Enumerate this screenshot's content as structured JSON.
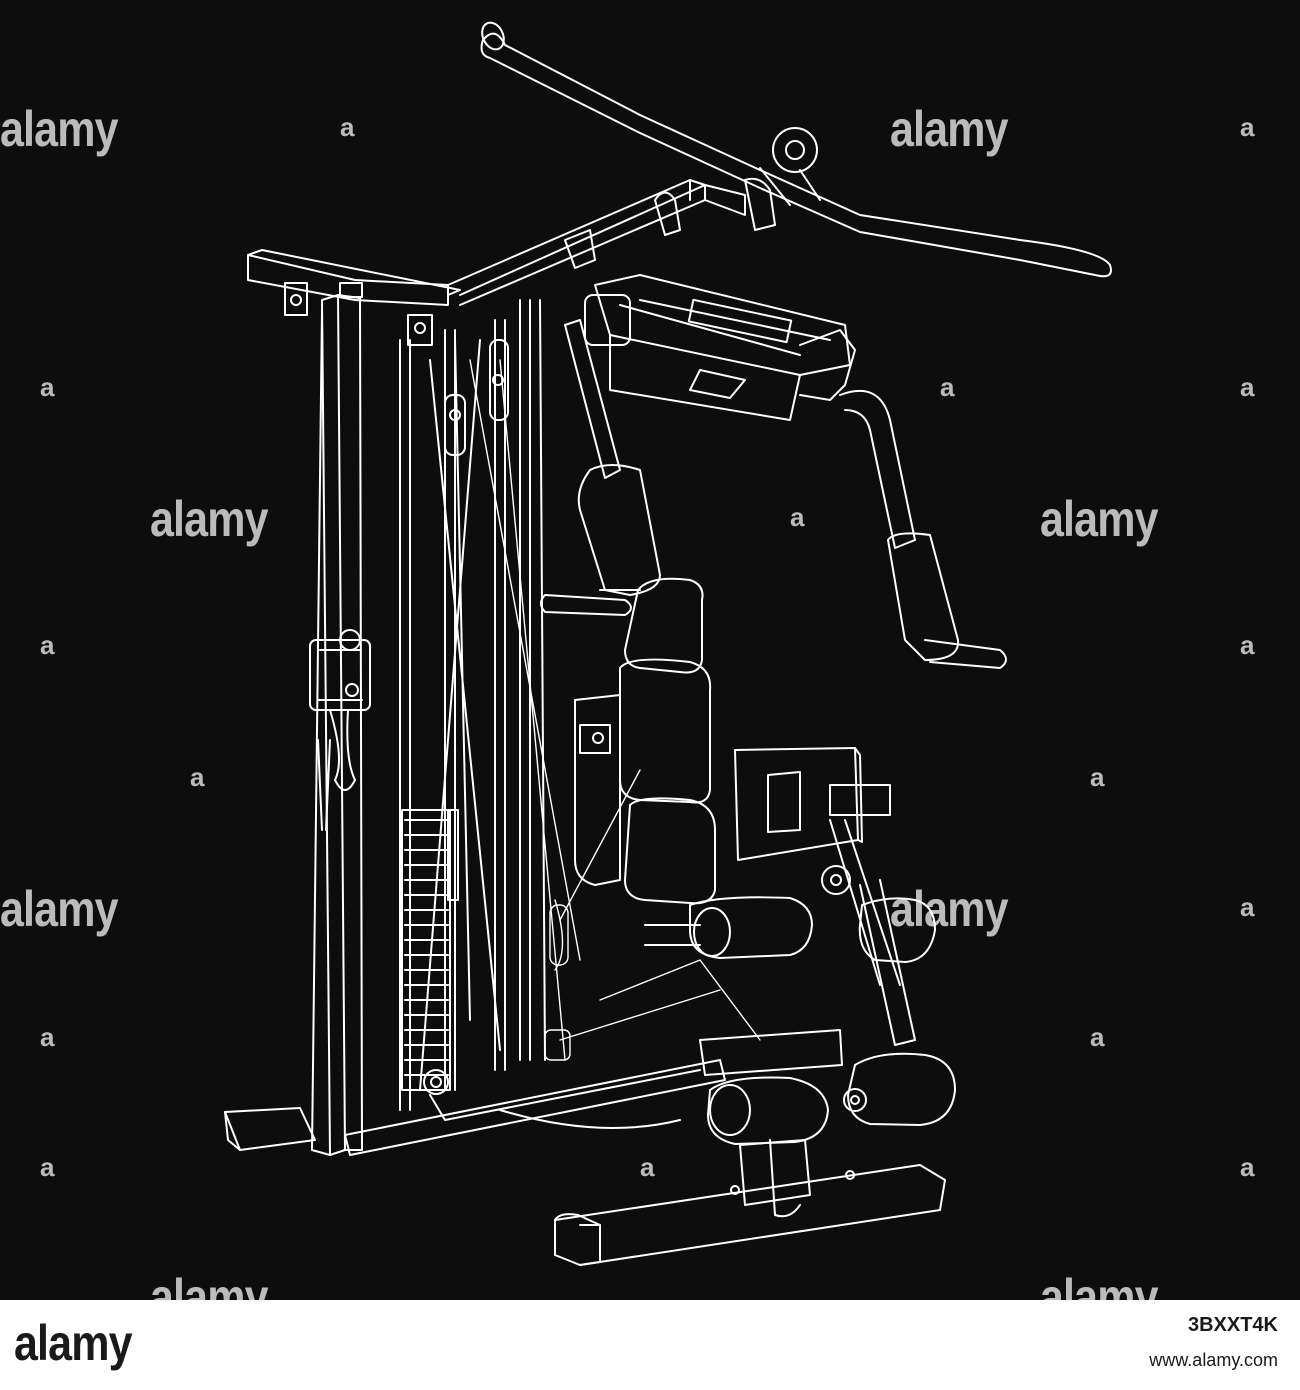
{
  "image": {
    "subject": "home gym multi-station machine",
    "style": "white line art on black background",
    "colors": {
      "background": "#0d0d0d",
      "line": "#ffffff",
      "watermark": "#b5b5b5",
      "footer_background": "#ffffff",
      "footer_text": "#1a1a1a"
    }
  },
  "watermark": {
    "word": "alamy",
    "mark": "a"
  },
  "footer": {
    "logo": "alamy",
    "image_id": "3BXXT4K",
    "url": "www.alamy.com"
  }
}
